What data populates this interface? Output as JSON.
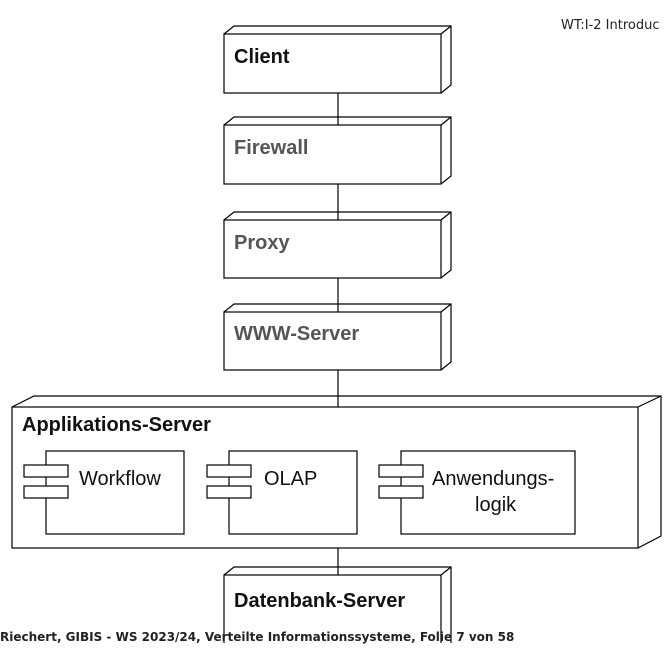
{
  "header": {
    "course_ref": "WT:I-2 Introduc"
  },
  "footer": {
    "text": "Riechert, GIBIS - WS 2023/24, Verteilte Informationssysteme, Folie 7 von 58"
  },
  "diagram": {
    "nodes": {
      "client": "Client",
      "firewall": "Firewall",
      "proxy": "Proxy",
      "www_server": "WWW-Server",
      "app_server": "Applikations-Server",
      "db_server": "Datenbank-Server"
    },
    "components": {
      "workflow": "Workflow",
      "olap": "OLAP",
      "anwendungslogik_line1": "Anwendungs-",
      "anwendungslogik_line2": "logik"
    }
  }
}
